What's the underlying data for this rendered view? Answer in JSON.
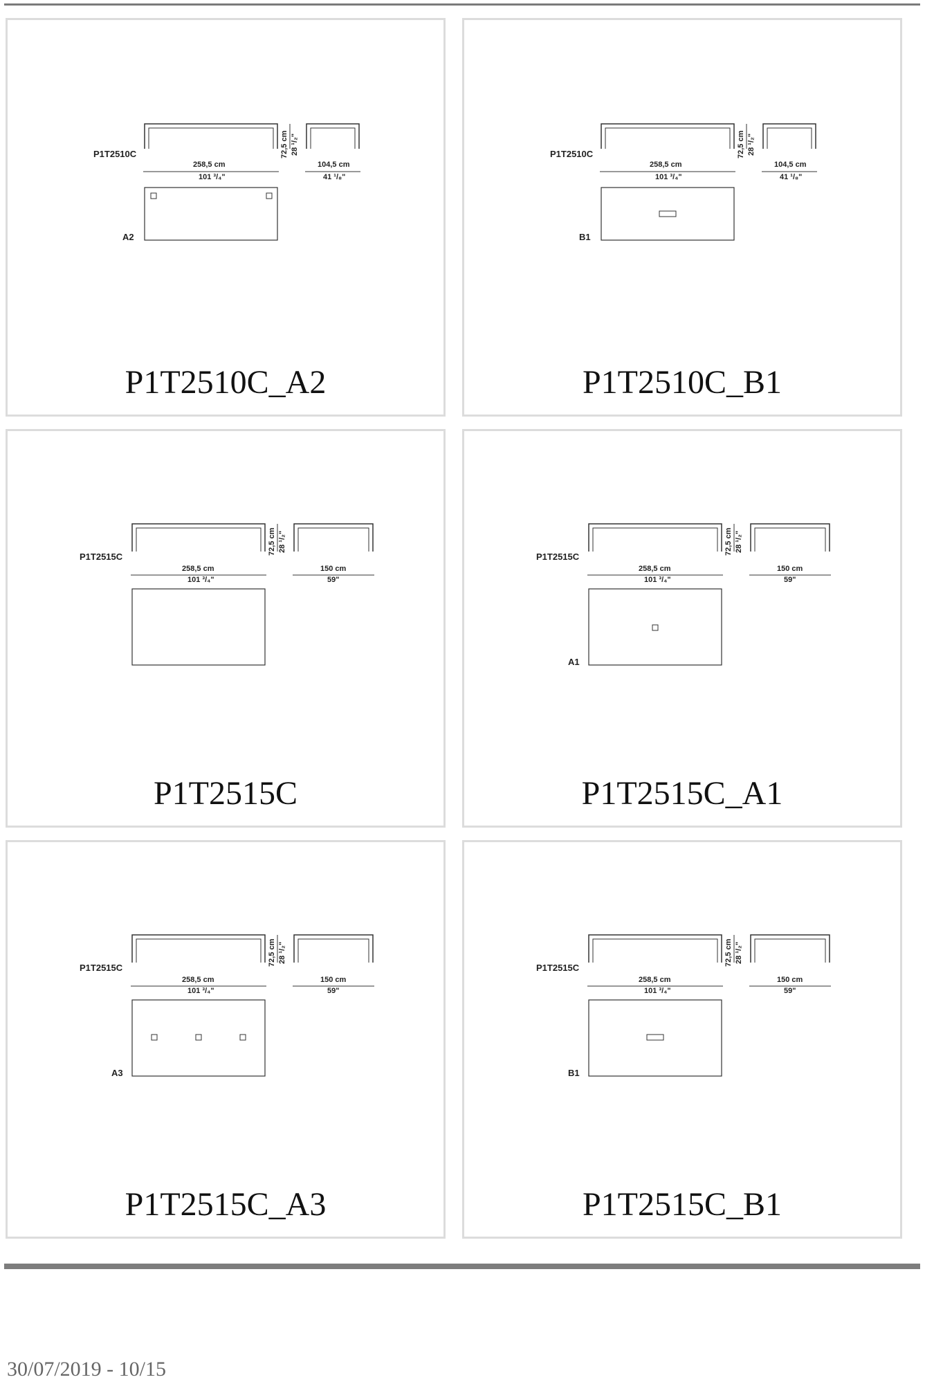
{
  "cards": [
    {
      "title": "P1T2510C_A2",
      "model": "P1T2510C",
      "length_cm": "258,5 cm",
      "length_in": "101 ³/₄\"",
      "height_cm": "72,5 cm",
      "height_in": "28 ¹/₂\"",
      "depth_cm": "104,5 cm",
      "depth_in": "41 ¹/₈\"",
      "variant": "A2"
    },
    {
      "title": "P1T2510C_B1",
      "model": "P1T2510C",
      "length_cm": "258,5 cm",
      "length_in": "101 ³/₄\"",
      "height_cm": "72,5 cm",
      "height_in": "28 ¹/₂\"",
      "depth_cm": "104,5 cm",
      "depth_in": "41 ¹/₈\"",
      "variant": "B1"
    },
    {
      "title": "P1T2515C",
      "model": "P1T2515C",
      "length_cm": "258,5 cm",
      "length_in": "101 ³/₄\"",
      "height_cm": "72,5 cm",
      "height_in": "28 ¹/₂\"",
      "depth_cm": "150 cm",
      "depth_in": "59\"",
      "variant": ""
    },
    {
      "title": "P1T2515C_A1",
      "model": "P1T2515C",
      "length_cm": "258,5 cm",
      "length_in": "101 ³/₄\"",
      "height_cm": "72,5 cm",
      "height_in": "28 ¹/₂\"",
      "depth_cm": "150 cm",
      "depth_in": "59\"",
      "variant": "A1"
    },
    {
      "title": "P1T2515C_A3",
      "model": "P1T2515C",
      "length_cm": "258,5 cm",
      "length_in": "101 ³/₄\"",
      "height_cm": "72,5 cm",
      "height_in": "28 ¹/₂\"",
      "depth_cm": "150 cm",
      "depth_in": "59\"",
      "variant": "A3"
    },
    {
      "title": "P1T2515C_B1",
      "model": "P1T2515C",
      "length_cm": "258,5 cm",
      "length_in": "101 ³/₄\"",
      "height_cm": "72,5 cm",
      "height_in": "28 ¹/₂\"",
      "depth_cm": "150 cm",
      "depth_in": "59\"",
      "variant": "B1"
    }
  ],
  "footer": {
    "date": "30/07/2019 - 10/15"
  }
}
